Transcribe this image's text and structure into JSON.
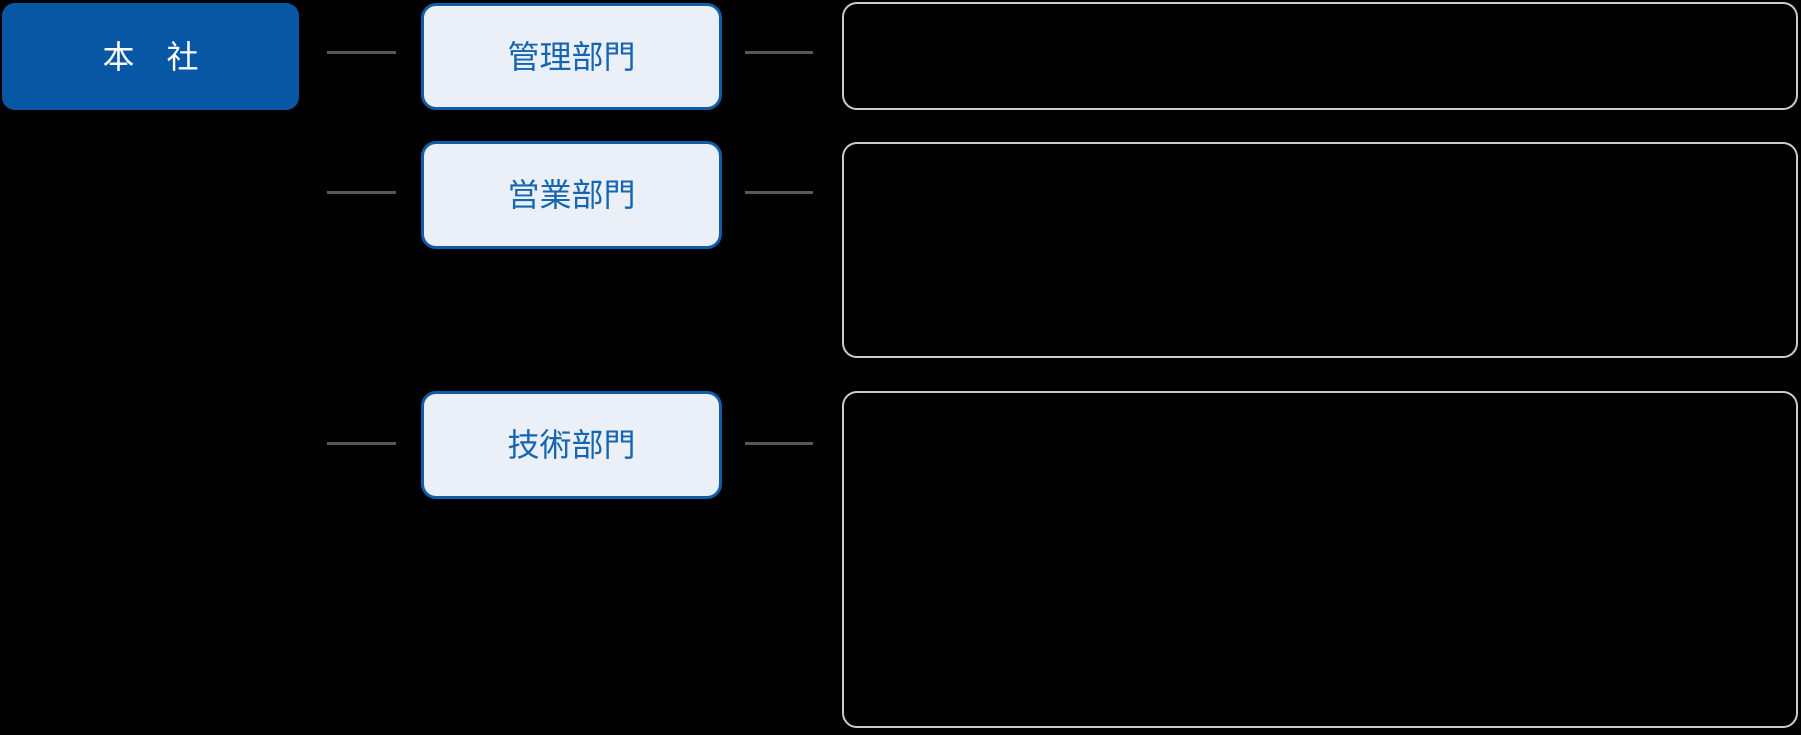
{
  "diagram": {
    "type": "org-chart",
    "root": {
      "label": "本　社"
    },
    "departments": [
      {
        "label": "管理部門"
      },
      {
        "label": "営業部門"
      },
      {
        "label": "技術部門"
      }
    ],
    "panels": [
      {
        "content": ""
      },
      {
        "content": ""
      },
      {
        "content": ""
      }
    ],
    "colors": {
      "background": "#000000",
      "root_fill": "#0757A5",
      "root_text": "#FFFFFF",
      "department_fill": "#EAEFF8",
      "department_border": "#0F5CA8",
      "department_text": "#1565B1",
      "connector": "#585858",
      "panel_border": "#CBCBCB"
    }
  }
}
